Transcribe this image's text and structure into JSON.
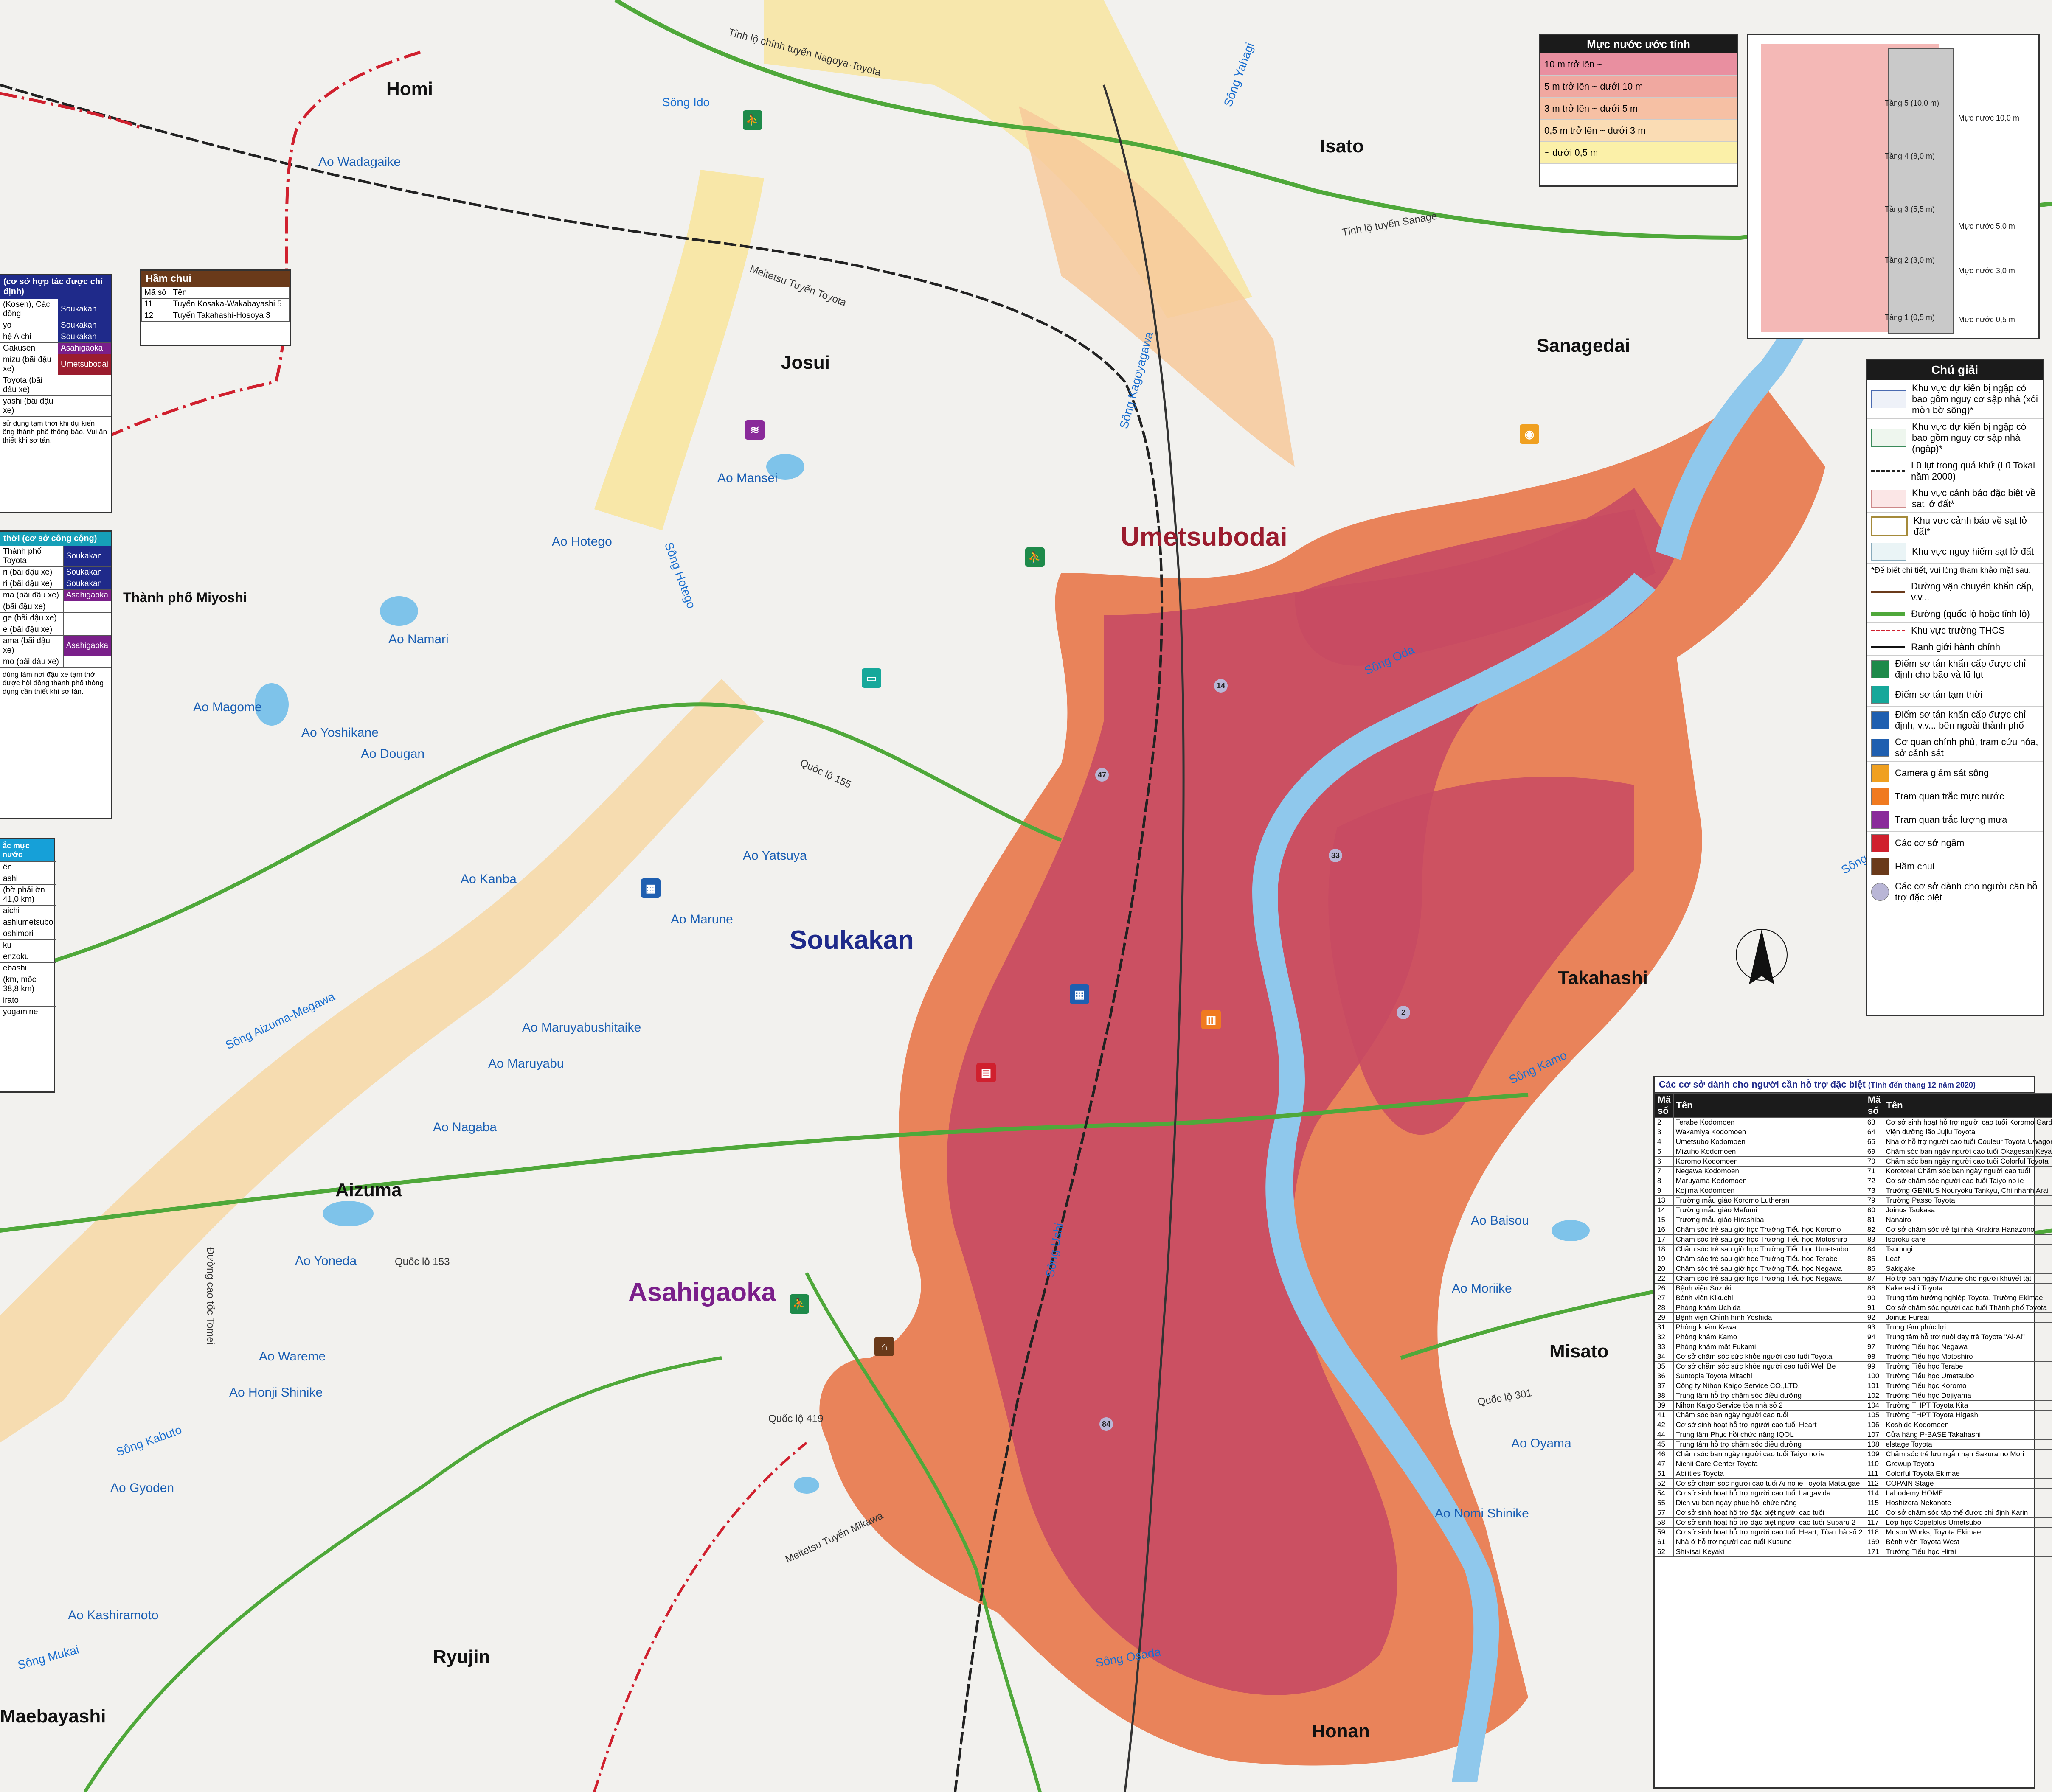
{
  "districts": {
    "homi": "Homi",
    "josui": "Josui",
    "isato": "Isato",
    "sanagedai": "Sanagedai",
    "umetsubodai": "Umetsubodai",
    "soukakan": "Soukakan",
    "takahashi": "Takahashi",
    "aizuma": "Aizuma",
    "asahigaoka": "Asahigaoka",
    "misato": "Misato",
    "ryujin": "Ryujin",
    "honan": "Honan",
    "maebayashi": "Maebayashi",
    "miyoshi": "Thành phố Miyoshi"
  },
  "water_labels": [
    "Ao Wadagaike",
    "Ao Mansei",
    "Ao Hotego",
    "Ao Namari",
    "Ao Magome",
    "Ao Yoshikane",
    "Ao Dougan",
    "Ao Kanba",
    "Ao Yatsuya",
    "Ao Marune",
    "Ao Maruyabushitaike",
    "Ao Maruyabu",
    "Ao Nagaba",
    "Ao Yoneda",
    "Ao Wareme",
    "Ao Honji Shinike",
    "Ao Gyoden",
    "Ao Kashiramoto",
    "Ao Moriike",
    "Ao Baisou",
    "Ao Oyama",
    "Ao Nomi Shinike"
  ],
  "rivers": [
    "Sông Ido",
    "Sông Yahagi",
    "Sông Kagoyagawa",
    "Sông Hotego",
    "Sông Oda",
    "Sông Aizuma-Megawa",
    "Sông Kabuto",
    "Sông Mukai",
    "Sông Ishiha",
    "Sông Osada",
    "Sông Kamo",
    "Sông Ushi"
  ],
  "roads": [
    "Tỉnh lộ chính tuyến Nagoya-Toyota",
    "Meitetsu Tuyến Toyota",
    "Quốc lộ 155",
    "Quốc lộ 153",
    "Quốc lộ 419",
    "Quốc lộ 301",
    "Tỉnh lộ tuyến Sanagе",
    "Meitetsu Tuyến Mikawa",
    "Đường cao tốc Tomei"
  ],
  "water_level_legend": {
    "title": "Mực nước ước tính",
    "rows": [
      {
        "label": "10 m trở lên ~",
        "color": "#e98fa0"
      },
      {
        "label": "5 m trở lên ~ dưới 10 m",
        "color": "#f0a8a0"
      },
      {
        "label": "3 m trở lên ~ dưới 5 m",
        "color": "#f6c0a4"
      },
      {
        "label": "0,5 m trở lên ~ dưới 3 m",
        "color": "#fadcb4"
      },
      {
        "label": "~ dưới 0,5 m",
        "color": "#fbf0a8"
      }
    ]
  },
  "building_diagram": {
    "levels": [
      "Tầng 5 (10,0 m)",
      "Tầng 4 (8,0 m)",
      "Tầng 3 (5,5 m)",
      "Tầng 2 (3,0 m)",
      "Tầng 1 (0,5 m)"
    ],
    "water_marks": [
      "Mực nước 10,0 m",
      "Mực nước 5,0 m",
      "Mực nước 3,0 m",
      "Mực nước 0,5 m"
    ]
  },
  "legend": {
    "title": "Chú giải",
    "items": [
      "Khu vực dự kiến bị ngập có bao gồm nguy cơ sập nhà (xói mòn bờ sông)*",
      "Khu vực dự kiến bị ngập có bao gồm nguy cơ sập nhà (ngập)*",
      "Lũ lụt trong quá khứ (Lũ Tokai năm 2000)",
      "Khu vực cảnh báo đặc biệt về sạt lở đất*",
      "Khu vực cảnh báo về sạt lở đất*",
      "Khu vực nguy hiểm sạt lở đất",
      "*Để biết chi tiết, vui lòng tham khảo mặt sau.",
      "Đường vận chuyển khẩn cấp, v.v...",
      "Đường (quốc lộ hoặc tỉnh lộ)",
      "Khu vực trường THCS",
      "Ranh giới hành chính",
      "Điểm sơ tán khẩn cấp được chỉ định cho bão và lũ lụt",
      "Điểm sơ tán tạm thời",
      "Điểm sơ tán khẩn cấp được chỉ định, v.v... bên ngoài thành phố",
      "Cơ quan chính phủ, trạm cứu hỏa, sở cảnh sát",
      "Camera giám sát sông",
      "Trạm quan trắc mực nước",
      "Trạm quan trắc lượng mưa",
      "Các cơ sở ngầm",
      "Hầm chui",
      "Các cơ sở dành cho người cần hỗ trợ đặc biệt"
    ]
  },
  "tunnel_table": {
    "title": "Hầm chui",
    "headers": [
      "Mã số",
      "Tên"
    ],
    "rows": [
      [
        "11",
        "Tuyến Kosaka-Wakabayashi 5"
      ],
      [
        "12",
        "Tuyến Takahashi-Hosoya 3"
      ]
    ]
  },
  "left_table_1": {
    "title": "(cơ sở hợp tác được chỉ định)",
    "rows": [
      [
        "(Kosen), Các đồng",
        "Soukakan"
      ],
      [
        "yo",
        "Soukakan"
      ],
      [
        "hệ Aichi",
        "Soukakan"
      ],
      [
        "Gakusen",
        "Asahigaoka"
      ],
      [
        "mizu (bãi đậu xe)",
        "Umetsubodai"
      ],
      [
        "Toyota (bãi đậu xe)",
        ""
      ],
      [
        "yashi (bãi đậu xe)",
        ""
      ]
    ],
    "note": "sử dụng tạm thời khi dự kiến ồng thành phố thông báo. Vui ần thiết khi sơ tán."
  },
  "left_table_2": {
    "title": "thời (cơ sở công cộng)",
    "rows": [
      [
        "Thành phố Toyota",
        "Soukakan"
      ],
      [
        "ri (bãi đậu xe)",
        "Soukakan"
      ],
      [
        "ri (bãi đậu xe)",
        "Soukakan"
      ],
      [
        "ma (bãi đậu xe)",
        "Asahigaoka"
      ],
      [
        "(bãi đậu xe)",
        ""
      ],
      [
        "ge (bãi đậu xe)",
        ""
      ],
      [
        "e (bãi đậu xe)",
        ""
      ],
      [
        "ama (bãi đậu xe)",
        "Asahigaoka"
      ],
      [
        "mo (bãi đậu xe)",
        ""
      ]
    ],
    "note": "dùng làm nơi đậu xe tạm thời được hội đồng thành phố thông dụng cần thiết khi sơ tán."
  },
  "left_table_3": {
    "title": "ắc mực nước",
    "rows": [
      "ên",
      "ashi",
      "(bờ phải ờn 41,0 km)",
      "aichi",
      "ashiumetsubo",
      "oshimori",
      "ku",
      "enzoku",
      "ebashi",
      "(km, mốc 38,8 km)",
      "irato",
      "yogamine"
    ]
  },
  "facilities_table": {
    "title": "Các cơ sở dành cho người cần hỗ trợ đặc biệt",
    "date_note": "(Tính đến tháng 12 năm 2020)",
    "headers": [
      "Mã số",
      "Tên",
      "Mã số",
      "Tên"
    ],
    "rows": [
      [
        "2",
        "Terabe Kodomoen",
        "63",
        "Cơ sở sinh hoạt hỗ trợ người cao tuổi Koromo Garden"
      ],
      [
        "3",
        "Wakamiya Kodomoen",
        "64",
        "Viện dưỡng lão Jujiu Toyota"
      ],
      [
        "4",
        "Umetsubo Kodomoen",
        "65",
        "Nhà ở hỗ trợ người cao tuổi Couleur Toyota Uwagoromo"
      ],
      [
        "5",
        "Mizuho Kodomoen",
        "69",
        "Chăm sóc ban ngày người cao tuổi Okagesan Keyaki"
      ],
      [
        "6",
        "Koromo Kodomoen",
        "70",
        "Chăm sóc ban ngày người cao tuổi Colorful Toyota"
      ],
      [
        "7",
        "Negawa Kodomoen",
        "71",
        "Korotore! Chăm sóc ban ngày người cao tuổi"
      ],
      [
        "8",
        "Maruyama Kodomoen",
        "72",
        "Cơ sở chăm sóc người cao tuổi Taiyo no ie"
      ],
      [
        "9",
        "Kojima Kodomoen",
        "73",
        "Trường GENIUS Nouryoku Tankyu, Chi nhánh Arai"
      ],
      [
        "13",
        "Trường mẫu giáo Koromo Lutheran",
        "79",
        "Trường Passo Toyota"
      ],
      [
        "14",
        "Trường mẫu giáo Mafumi",
        "80",
        "Joinus Tsukasa"
      ],
      [
        "15",
        "Trường mẫu giáo Hirashiba",
        "81",
        "Nanairo"
      ],
      [
        "16",
        "Chăm sóc trẻ sau giờ học Trường Tiểu học Koromo",
        "82",
        "Cơ sở chăm sóc trẻ tại nhà Kirakira Hanazono"
      ],
      [
        "17",
        "Chăm sóc trẻ sau giờ học Trường Tiểu học Motoshiro",
        "83",
        "Isoroku care"
      ],
      [
        "18",
        "Chăm sóc trẻ sau giờ học Trường Tiểu học Umetsubo",
        "84",
        "Tsumugi"
      ],
      [
        "19",
        "Chăm sóc trẻ sau giờ học Trường Tiểu học Terabe",
        "85",
        "Leaf"
      ],
      [
        "20",
        "Chăm sóc trẻ sau giờ học Trường Tiểu học Negawa",
        "86",
        "Sakigake"
      ],
      [
        "22",
        "Chăm sóc trẻ sau giờ học Trường Tiểu học Negawa",
        "87",
        "Hỗ trợ ban ngày Mizune cho người khuyết tật"
      ],
      [
        "26",
        "Bệnh viện Suzuki",
        "88",
        "Kakehashi Toyota"
      ],
      [
        "27",
        "Bệnh viện Kikuchi",
        "90",
        "Trung tâm hướng nghiệp Toyota, Trường Ekimae"
      ],
      [
        "28",
        "Phòng khám Uchida",
        "91",
        "Cơ sở chăm sóc người cao tuổi Thành phố Toyota"
      ],
      [
        "29",
        "Bệnh viện Chỉnh hình Yoshida",
        "92",
        "Joinus Fureai"
      ],
      [
        "31",
        "Phòng khám Kawai",
        "93",
        "Trung tâm phúc lợi"
      ],
      [
        "32",
        "Phòng khám Kamo",
        "94",
        "Trung tâm hỗ trợ nuôi dạy trẻ Toyota \"Ai-Ai\""
      ],
      [
        "33",
        "Phòng khám mắt Fukami",
        "97",
        "Trường Tiểu học Negawa"
      ],
      [
        "34",
        "Cơ sở chăm sóc sức khỏe người cao tuổi Toyota",
        "98",
        "Trường Tiểu học Motoshiro"
      ],
      [
        "35",
        "Cơ sở chăm sóc sức khỏe người cao tuổi Well Be",
        "99",
        "Trường Tiểu học Terabe"
      ],
      [
        "36",
        "Suntopia Toyota Mitachi",
        "100",
        "Trường Tiểu học Umetsubo"
      ],
      [
        "37",
        "Công ty Nihon Kaigo Service CO.,LTD.",
        "101",
        "Trường Tiểu học Koromo"
      ],
      [
        "38",
        "Trung tâm hỗ trợ chăm sóc điều dưỡng",
        "102",
        "Trường Tiểu học Dojiyama"
      ],
      [
        "39",
        "Nihon Kaigo Service tòa nhà số 2",
        "104",
        "Trường THPT Toyota Kita"
      ],
      [
        "41",
        "Chăm sóc ban ngày người cao tuổi",
        "105",
        "Trường THPT Toyota Higashi"
      ],
      [
        "42",
        "Cơ sở sinh hoạt hỗ trợ người cao tuổi Heart",
        "106",
        "Koshido Kodomoen"
      ],
      [
        "44",
        "Trung tâm Phục hồi chức năng IQOL",
        "107",
        "Cửa hàng P-BASE Takahashi"
      ],
      [
        "45",
        "Trung tâm hỗ trợ chăm sóc điều dưỡng",
        "108",
        "elstage Toyota"
      ],
      [
        "46",
        "Chăm sóc ban ngày người cao tuổi Taiyo no ie",
        "109",
        "Chăm sóc trẻ lưu ngắn hạn Sakura no Mori"
      ],
      [
        "47",
        "Nichii Care Center Toyota",
        "110",
        "Growup Toyota"
      ],
      [
        "51",
        "Abilities Toyota",
        "111",
        "Colorful Toyota Ekimae"
      ],
      [
        "52",
        "Cơ sở chăm sóc người cao tuổi Ai no ie Toyota Matsugae",
        "112",
        "COPAIN Stage"
      ],
      [
        "54",
        "Cơ sở sinh hoạt hỗ trợ người cao tuổi Largavida",
        "114",
        "Labodemy HOME"
      ],
      [
        "55",
        "Dịch vụ ban ngày phục hồi chức năng",
        "115",
        "Hoshizora Nekonote"
      ],
      [
        "57",
        "Cơ sở sinh hoạt hỗ trợ đặc biệt người cao tuổi",
        "116",
        "Cơ sở chăm sóc tập thể được chỉ định Karin"
      ],
      [
        "58",
        "Cơ sở sinh hoạt hỗ trợ đặc biệt người cao tuổi Subaru 2",
        "117",
        "Lớp học Copelplus Umetsubo"
      ],
      [
        "59",
        "Cơ sở sinh hoạt hỗ trợ người cao tuổi Heart, Tòa nhà số 2",
        "118",
        "Muson Works, Toyota Ekimae"
      ],
      [
        "61",
        "Nhà ở hỗ trợ người cao tuổi Kusune",
        "169",
        "Bệnh viện Toyota West"
      ],
      [
        "62",
        "Shikisai Keyaki",
        "171",
        "Trường Tiểu học Hirai"
      ]
    ]
  },
  "north_label": "N"
}
